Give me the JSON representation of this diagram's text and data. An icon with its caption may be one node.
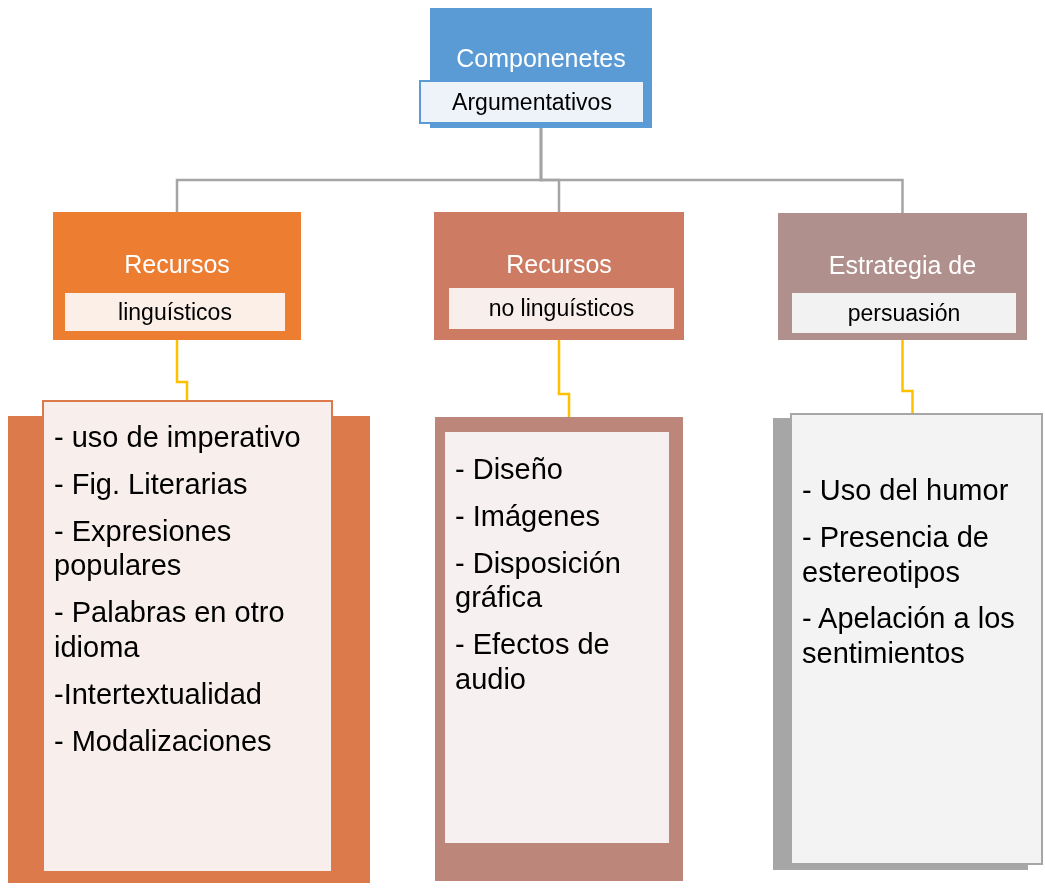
{
  "diagram": {
    "nodes": [
      {
        "text": [
          "Componenetes",
          "Argumentativos"
        ]
      },
      {
        "text": [
          "Recursos",
          "linguísticos"
        ]
      },
      {
        "text": [
          "Recursos",
          "no linguísticos"
        ]
      },
      {
        "text": [
          "Estrategia de",
          "persuasión"
        ]
      },
      {
        "text": [
          "- uso de imperativo",
          "- Fig. Literarias",
          "- Expresiones populares",
          "- Palabras en otro idioma",
          "-Intertextualidad",
          "- Modalizaciones"
        ]
      },
      {
        "text": [
          "- Diseño",
          "- Imágenes",
          "- Disposición gráfica",
          "- Efectos de audio"
        ]
      },
      {
        "text": [
          "- Uso del humor",
          "- Presencia de estereotipos",
          "- Apelación a los sentimientos"
        ]
      }
    ],
    "edges": [
      {
        "from": 0,
        "to": 1,
        "arrow": "none"
      },
      {
        "from": 0,
        "to": 2,
        "arrow": "none"
      },
      {
        "from": 0,
        "to": 3,
        "arrow": "none"
      },
      {
        "from": 1,
        "to": 4,
        "arrow": "none",
        "color": "#ffc000"
      },
      {
        "from": 2,
        "to": 5,
        "arrow": "none",
        "color": "#ffc000"
      },
      {
        "from": 3,
        "to": 6,
        "arrow": "none",
        "color": "#ffc000"
      }
    ]
  }
}
